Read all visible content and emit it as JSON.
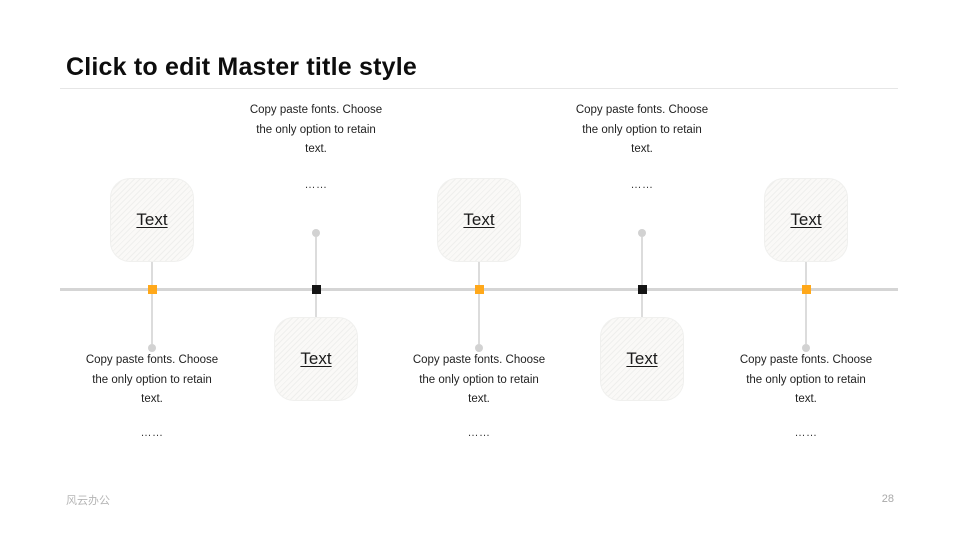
{
  "slide": {
    "title": "Click to edit Master title style",
    "footer_brand": "风云办公",
    "page_number": "28"
  },
  "colors": {
    "accent_orange": "#FFA81A",
    "marker_black": "#141414",
    "timeline_gray": "#D5D5D5",
    "connector_gray": "#DCDCDC",
    "box_fill": "#FAF9F7",
    "box_hatch": "#EFEFED",
    "footer_gray": "#B5B5B5"
  },
  "timeline": {
    "items": [
      {
        "label": "Text",
        "desc_lines": [
          "Copy paste fonts. Choose",
          "the only option to retain",
          "text."
        ],
        "ellipsis": "……",
        "layout": "box-above",
        "marker_color": "#FFA81A"
      },
      {
        "label": "Text",
        "desc_lines": [
          "Copy paste fonts. Choose",
          "the only option to retain",
          "text."
        ],
        "ellipsis": "……",
        "layout": "box-below",
        "marker_color": "#141414"
      },
      {
        "label": "Text",
        "desc_lines": [
          "Copy paste fonts. Choose",
          "the only option to retain",
          "text."
        ],
        "ellipsis": "……",
        "layout": "box-above",
        "marker_color": "#FFA81A"
      },
      {
        "label": "Text",
        "desc_lines": [
          "Copy paste fonts. Choose",
          "the only option to retain",
          "text."
        ],
        "ellipsis": "……",
        "layout": "box-below",
        "marker_color": "#141414"
      },
      {
        "label": "Text",
        "desc_lines": [
          "Copy paste fonts. Choose",
          "the only option to retain",
          "text."
        ],
        "ellipsis": "……",
        "layout": "box-above",
        "marker_color": "#FFA81A"
      }
    ]
  }
}
